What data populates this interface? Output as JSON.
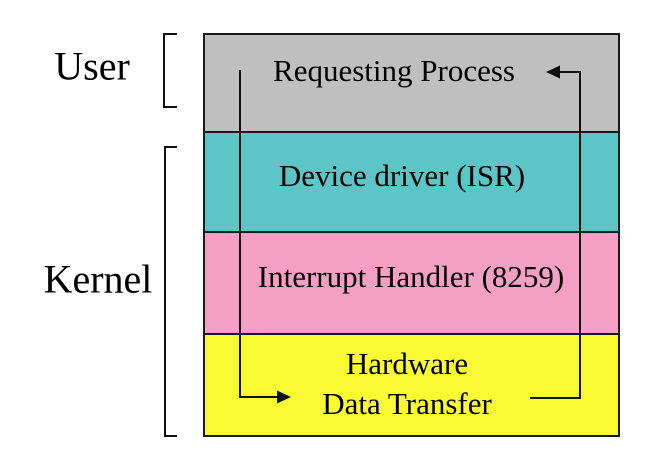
{
  "regions": {
    "user_label": "User",
    "kernel_label": "Kernel"
  },
  "layers": [
    {
      "label": "Requesting Process",
      "color": "#bfbfbf",
      "region": "user"
    },
    {
      "label": "Device driver (ISR)",
      "color": "#5cc6c6",
      "region": "kernel"
    },
    {
      "label": "Interrupt Handler (8259)",
      "color": "#f4a0c4",
      "region": "kernel"
    },
    {
      "label_line1": "Hardware",
      "label_line2": "Data Transfer",
      "color": "#fafa33",
      "region": "kernel"
    }
  ],
  "flow": {
    "request_path": "from Requesting Process down to Hardware Data Transfer",
    "return_path": "from Hardware Data Transfer up to Requesting Process"
  },
  "colors": {
    "border": "#1a1a1a",
    "line": "#111111",
    "background": "#ffffff"
  }
}
